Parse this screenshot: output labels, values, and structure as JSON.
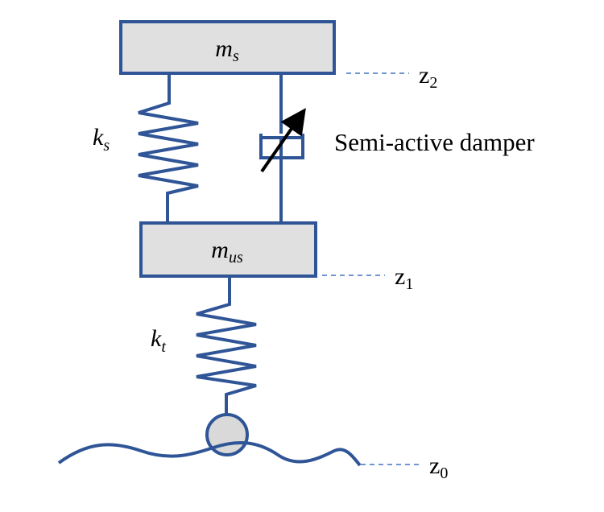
{
  "masses": {
    "sprung": {
      "symbol": "m",
      "subscript": "s"
    },
    "unsprung": {
      "symbol": "m",
      "subscript": "us"
    }
  },
  "springs": {
    "suspension": {
      "symbol": "k",
      "subscript": "s"
    },
    "tire": {
      "symbol": "k",
      "subscript": "t"
    }
  },
  "damper": {
    "label": "Semi-active damper"
  },
  "coordinates": {
    "z2": {
      "symbol": "z",
      "subscript": "2"
    },
    "z1": {
      "symbol": "z",
      "subscript": "1"
    },
    "z0": {
      "symbol": "z",
      "subscript": "0"
    }
  },
  "colors": {
    "line": "#2f5597",
    "mass_fill": "#e0e0e0",
    "dashed": "#4472c4",
    "arrow": "#000000"
  }
}
